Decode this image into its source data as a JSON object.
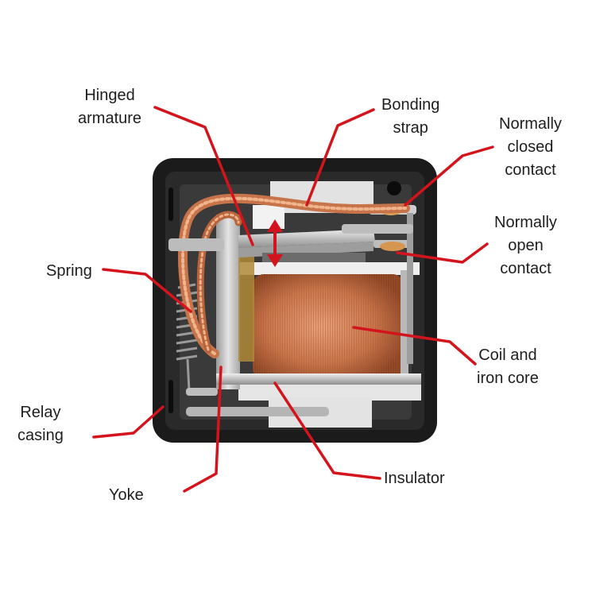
{
  "labels": {
    "hinged_armature": [
      "Hinged",
      "armature"
    ],
    "bonding_strap": [
      "Bonding",
      "strap"
    ],
    "normally_closed": [
      "Normally",
      "closed",
      "contact"
    ],
    "normally_open": [
      "Normally",
      "open",
      "contact"
    ],
    "spring": [
      "Spring"
    ],
    "coil": [
      "Coil and",
      "iron core"
    ],
    "relay_casing": [
      "Relay",
      "casing"
    ],
    "insulator": [
      "Insulator"
    ],
    "yoke": [
      "Yoke"
    ]
  },
  "colors": {
    "leader": "#d4141c",
    "casing": "#1b1b1b",
    "copper": "#c8744a",
    "metal": "#c9c9c9",
    "insulator": "#e6e6e6"
  }
}
